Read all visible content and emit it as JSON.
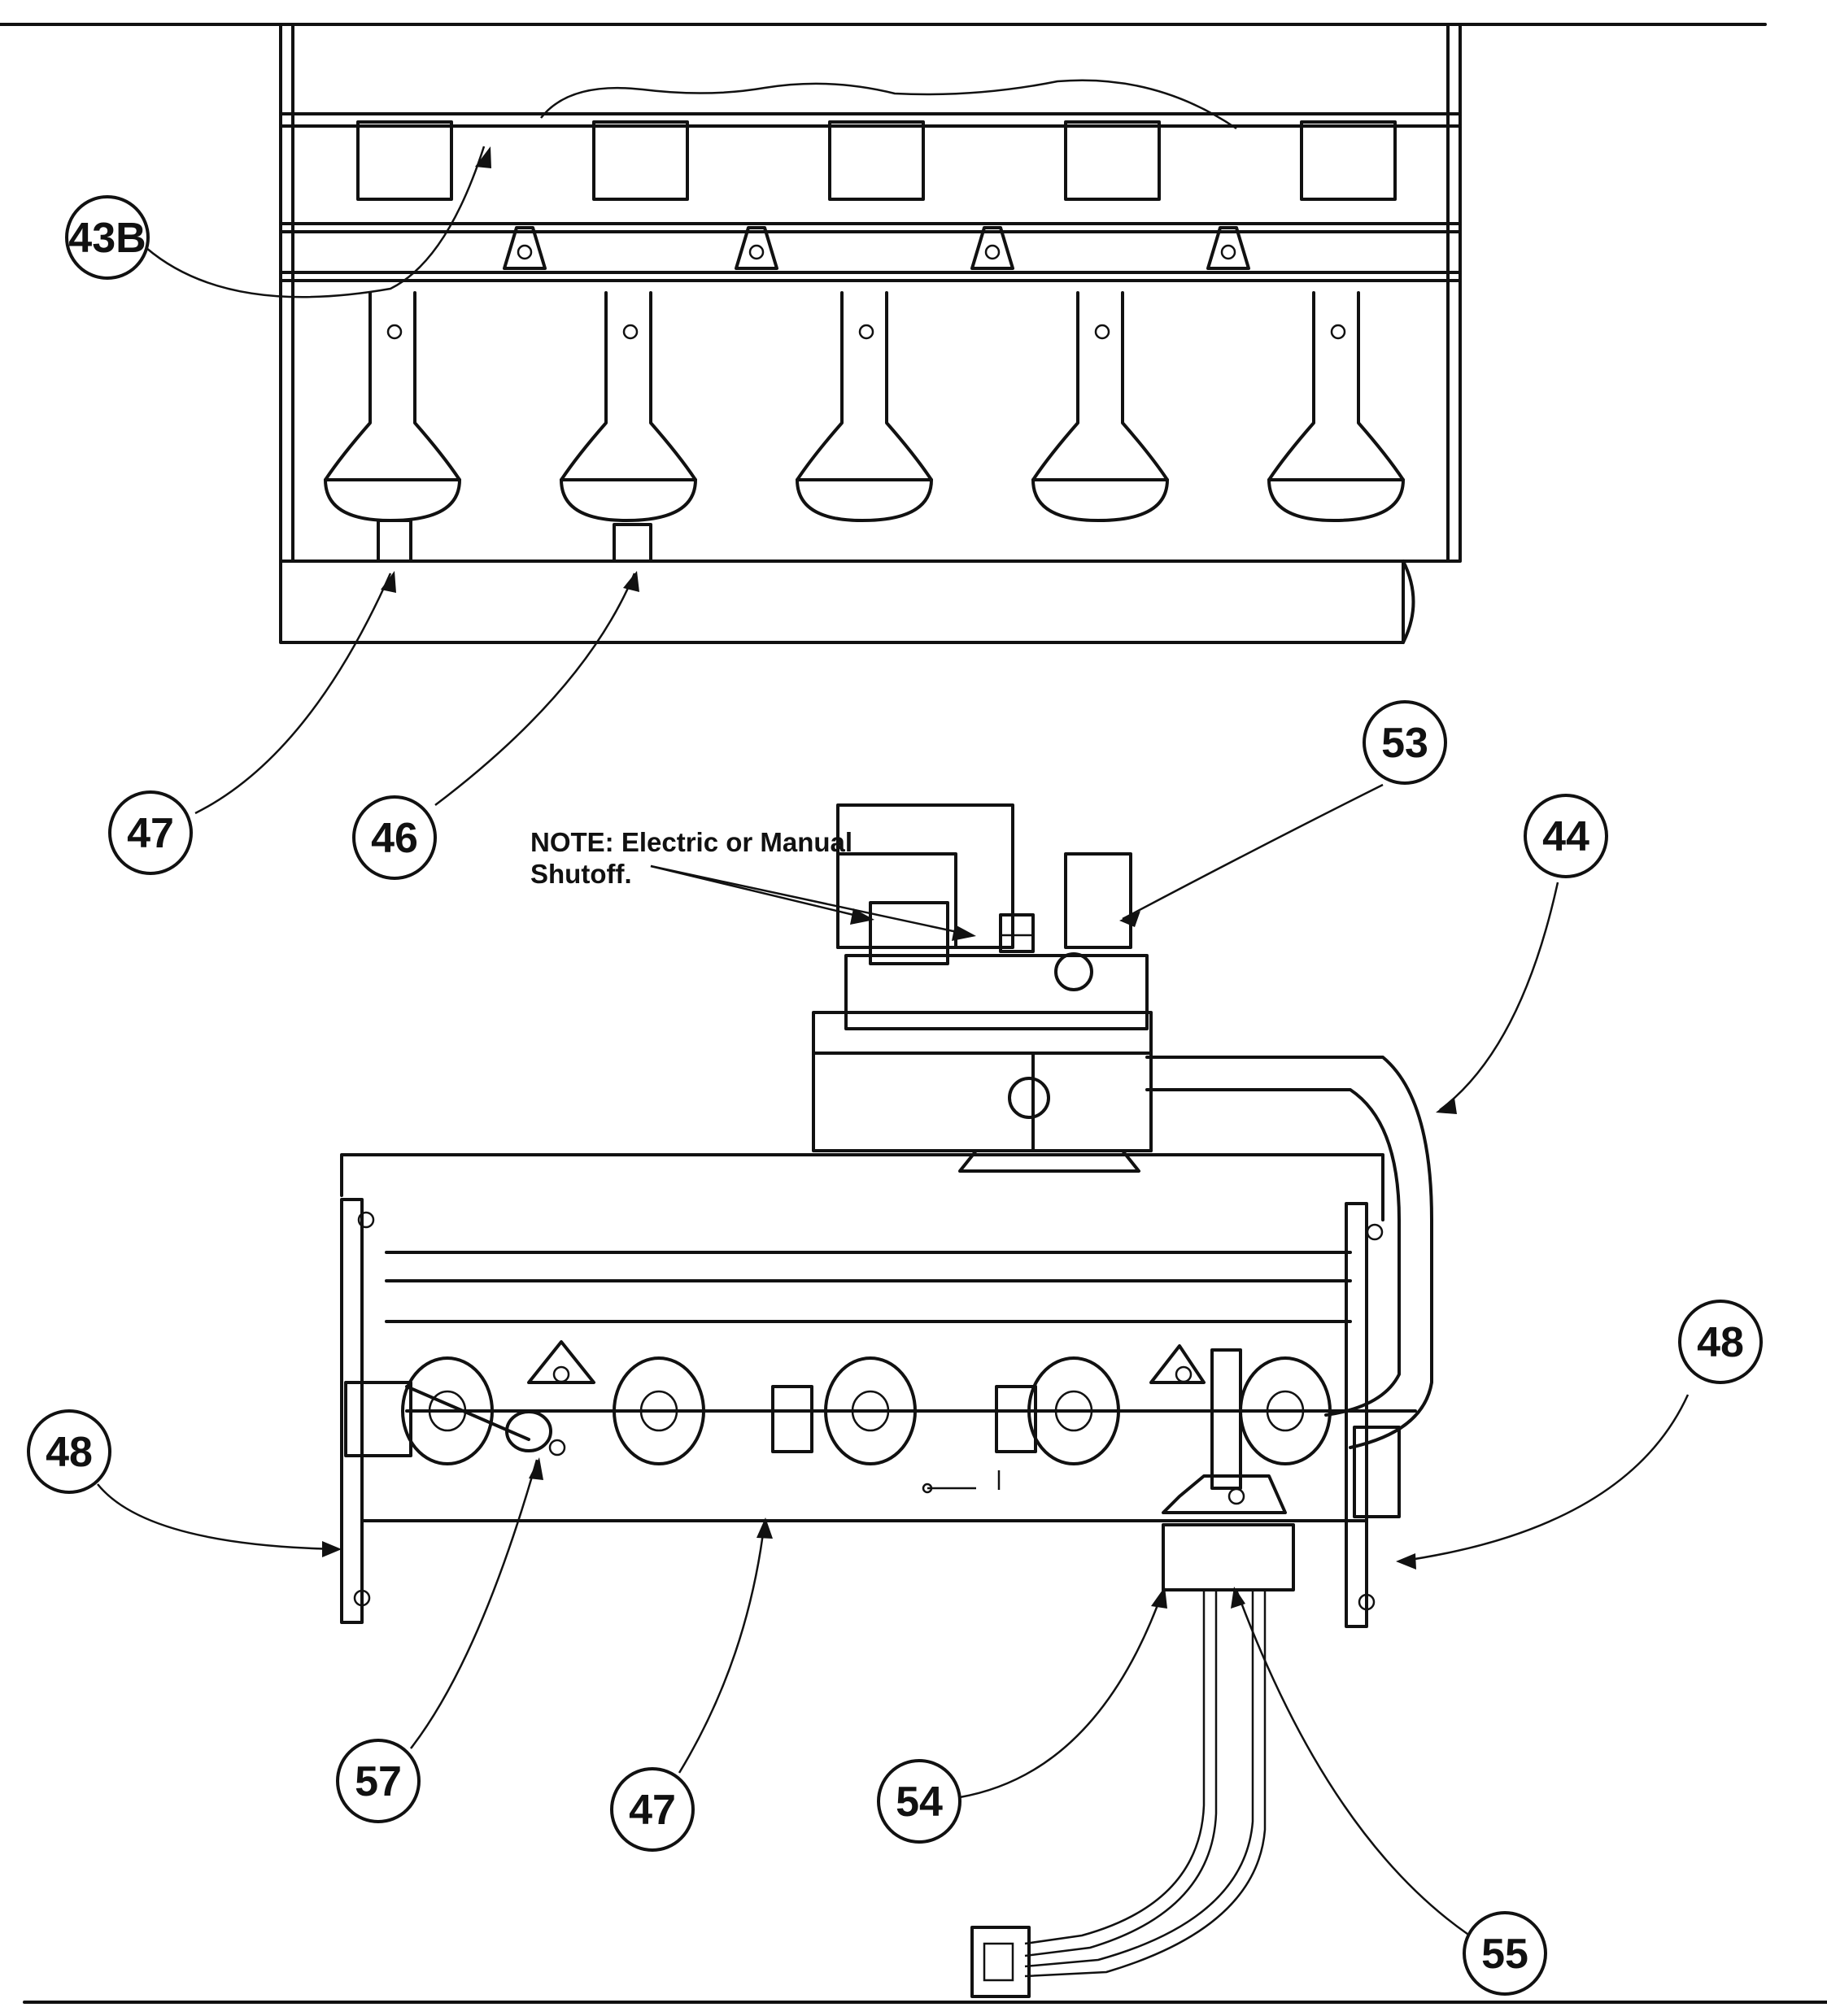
{
  "callouts": {
    "c43b": "43B",
    "c47a": "47",
    "c46": "46",
    "c53": "53",
    "c44": "44",
    "c48a": "48",
    "c48b": "48",
    "c57": "57",
    "c47b": "47",
    "c54": "54",
    "c55": "55"
  },
  "note": {
    "line1": "NOTE: Electric or Manual",
    "line2": "Shutoff."
  },
  "colors": {
    "ink": "#111111",
    "paper": "#ffffff"
  }
}
